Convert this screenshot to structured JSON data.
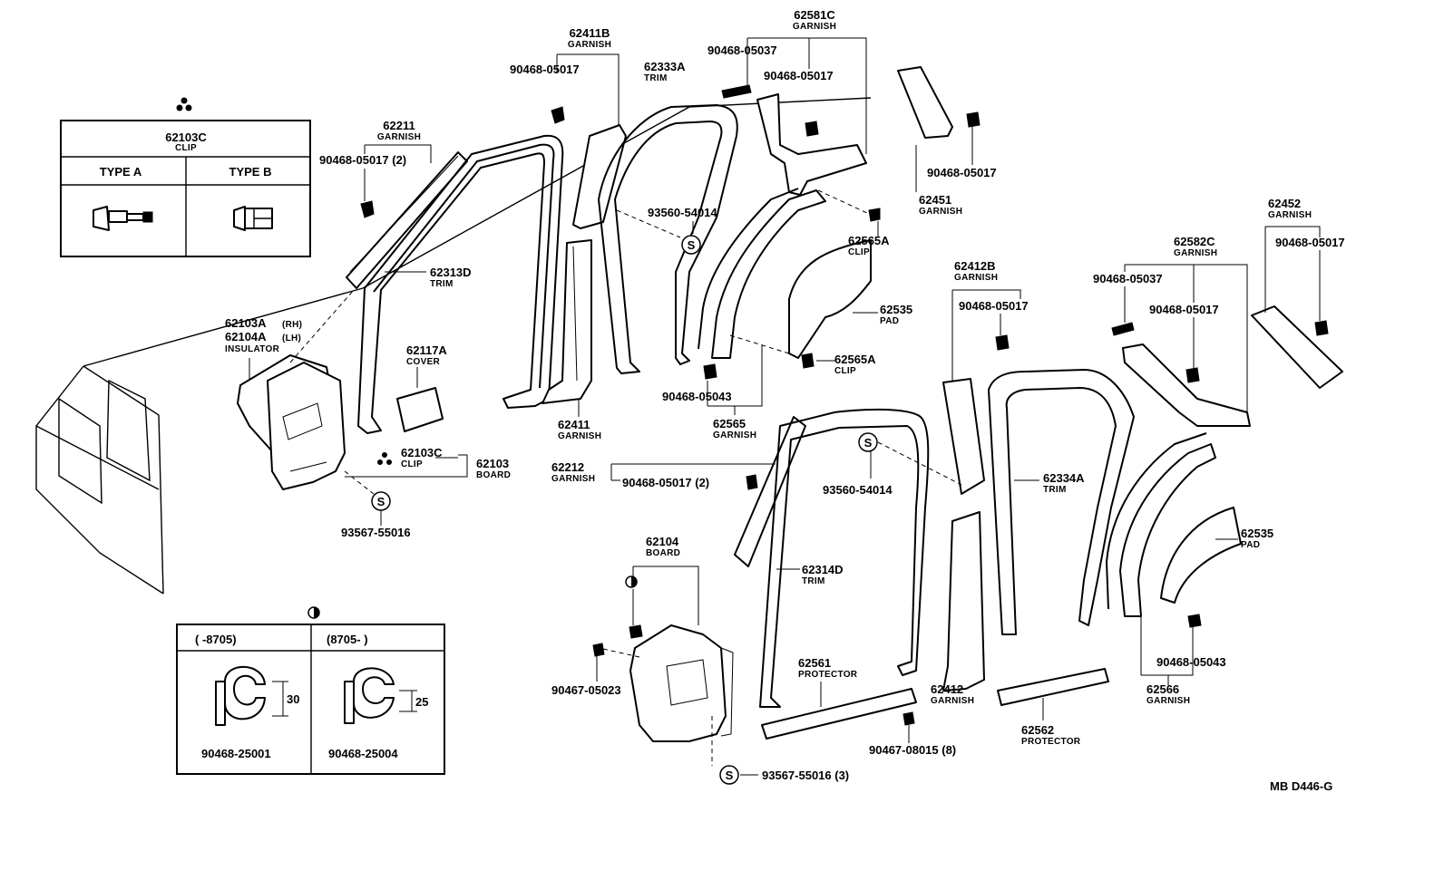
{
  "diagram_code": "MB D446-G",
  "clip_table": {
    "part_no": "62103C",
    "desc": "CLIP",
    "type_a": "TYPE A",
    "type_b": "TYPE B"
  },
  "bracket_table": {
    "col1": "(      -8705)",
    "col2": "(8705-      )",
    "dim1": "30",
    "dim2": "25",
    "part1": "90468-25001",
    "part2": "90468-25004"
  },
  "symbols": {
    "s": "S"
  },
  "labels": [
    {
      "id": "62411B",
      "pn": "62411B",
      "desc": "GARNISH"
    },
    {
      "id": "90468-05017-a",
      "pn": "90468-05017",
      "desc": ""
    },
    {
      "id": "62333A",
      "pn": "62333A",
      "desc": "TRIM"
    },
    {
      "id": "62581C",
      "pn": "62581C",
      "desc": "GARNISH"
    },
    {
      "id": "90468-05037-a",
      "pn": "90468-05037",
      "desc": ""
    },
    {
      "id": "90468-05017-b",
      "pn": "90468-05017",
      "desc": ""
    },
    {
      "id": "62211",
      "pn": "62211",
      "desc": "GARNISH"
    },
    {
      "id": "90468-05017-2a",
      "pn": "90468-05017 (2)",
      "desc": ""
    },
    {
      "id": "90468-05017-c",
      "pn": "90468-05017",
      "desc": ""
    },
    {
      "id": "62451",
      "pn": "62451",
      "desc": "GARNISH"
    },
    {
      "id": "93560-54014-a",
      "pn": "93560-54014",
      "desc": ""
    },
    {
      "id": "62565A-a",
      "pn": "62565A",
      "desc": "CLIP"
    },
    {
      "id": "62452",
      "pn": "62452",
      "desc": "GARNISH"
    },
    {
      "id": "90468-05017-d",
      "pn": "90468-05017",
      "desc": ""
    },
    {
      "id": "62582C",
      "pn": "62582C",
      "desc": "GARNISH"
    },
    {
      "id": "62412B",
      "pn": "62412B",
      "desc": "GARNISH"
    },
    {
      "id": "62313D",
      "pn": "62313D",
      "desc": "TRIM"
    },
    {
      "id": "62535-a",
      "pn": "62535",
      "desc": "PAD"
    },
    {
      "id": "90468-05037-b",
      "pn": "90468-05037",
      "desc": ""
    },
    {
      "id": "90468-05017-e",
      "pn": "90468-05017",
      "desc": ""
    },
    {
      "id": "90468-05017-f",
      "pn": "90468-05017",
      "desc": ""
    },
    {
      "id": "62103A",
      "pn": "62103A",
      "sub": "(RH)",
      "desc": ""
    },
    {
      "id": "62104A",
      "pn": "62104A",
      "sub": "(LH)",
      "desc": "INSULATOR"
    },
    {
      "id": "62117A",
      "pn": "62117A",
      "desc": "COVER"
    },
    {
      "id": "62565A-b",
      "pn": "62565A",
      "desc": "CLIP"
    },
    {
      "id": "90468-05043-a",
      "pn": "90468-05043",
      "desc": ""
    },
    {
      "id": "62411",
      "pn": "62411",
      "desc": "GARNISH"
    },
    {
      "id": "62565",
      "pn": "62565",
      "desc": "GARNISH"
    },
    {
      "id": "62103C",
      "pn": "62103C",
      "desc": "CLIP"
    },
    {
      "id": "62103",
      "pn": "62103",
      "desc": "BOARD"
    },
    {
      "id": "62212",
      "pn": "62212",
      "desc": "GARNISH"
    },
    {
      "id": "90468-05017-2b",
      "pn": "90468-05017 (2)",
      "desc": ""
    },
    {
      "id": "93560-54014-b",
      "pn": "93560-54014",
      "desc": ""
    },
    {
      "id": "62334A",
      "pn": "62334A",
      "desc": "TRIM"
    },
    {
      "id": "93567-55016-a",
      "pn": "93567-55016",
      "desc": ""
    },
    {
      "id": "62535-b",
      "pn": "62535",
      "desc": "PAD"
    },
    {
      "id": "62104",
      "pn": "62104",
      "desc": "BOARD"
    },
    {
      "id": "62314D",
      "pn": "62314D",
      "desc": "TRIM"
    },
    {
      "id": "62561",
      "pn": "62561",
      "desc": "PROTECTOR"
    },
    {
      "id": "90467-05023",
      "pn": "90467-05023",
      "desc": ""
    },
    {
      "id": "62412",
      "pn": "62412",
      "desc": "GARNISH"
    },
    {
      "id": "90468-05043-b",
      "pn": "90468-05043",
      "desc": ""
    },
    {
      "id": "62566",
      "pn": "62566",
      "desc": "GARNISH"
    },
    {
      "id": "90467-08015",
      "pn": "90467-08015 (8)",
      "desc": ""
    },
    {
      "id": "62562",
      "pn": "62562",
      "desc": "PROTECTOR"
    },
    {
      "id": "93567-55016-3",
      "pn": "93567-55016 (3)",
      "desc": ""
    }
  ]
}
